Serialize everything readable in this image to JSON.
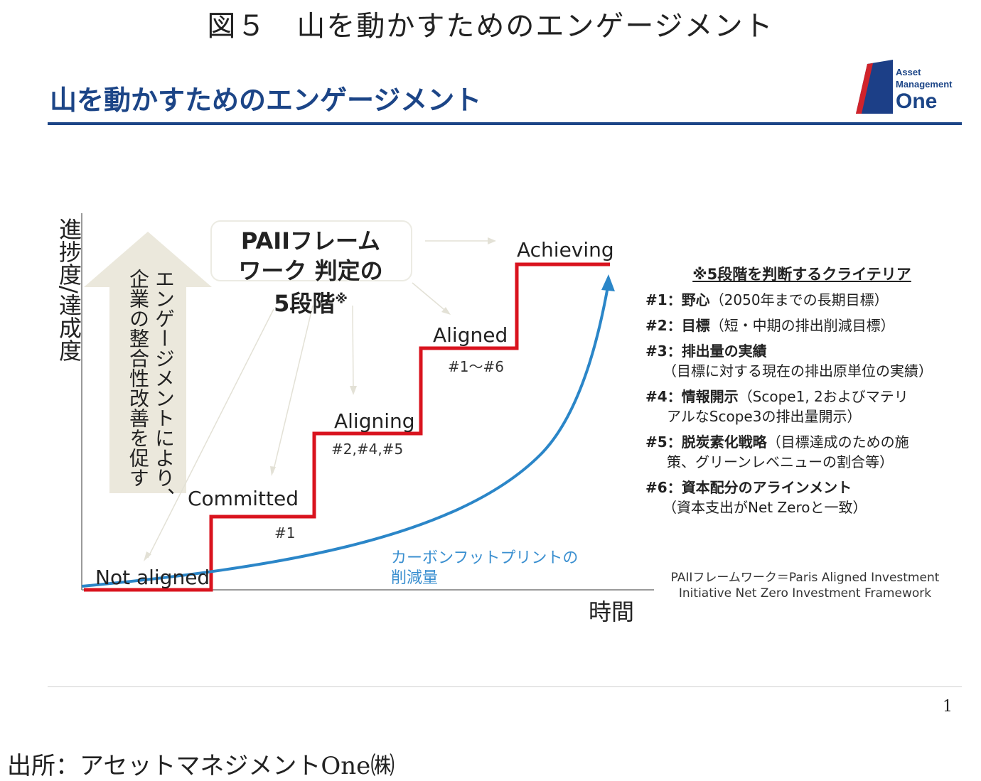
{
  "figure_title": "図５　山を動かすためのエンゲージメント",
  "slide_title": "山を動かすためのエンゲージメント",
  "logo": {
    "line1": "Asset",
    "line2": "Management",
    "line3": "One",
    "colors": {
      "navy": "#1c3f87",
      "red": "#d0232b"
    }
  },
  "axes": {
    "y_label": "進捗度/達成度",
    "x_label": "時間"
  },
  "big_arrow_text": "エンゲージメントにより、企業の整合性改善を促す",
  "paii_box": {
    "line1": "PAIIフレーム",
    "line2": "ワーク 判定の",
    "line3": "5段階",
    "mark": "※"
  },
  "steps": [
    {
      "label": "Not aligned",
      "criteria": ""
    },
    {
      "label": "Committed",
      "criteria": "#1"
    },
    {
      "label": "Aligning",
      "criteria": "#2,#4,#5"
    },
    {
      "label": "Aligned",
      "criteria": "#1～#6"
    },
    {
      "label": "Achieving",
      "criteria": ""
    }
  ],
  "curve_label": {
    "line1": "カーボンフットプリントの",
    "line2": "削減量"
  },
  "criteria": {
    "heading": "※5段階を判断するクライテリア",
    "items": [
      {
        "num": "#1：",
        "name": "野心",
        "desc": "（2050年までの長期目標）",
        "desc2": ""
      },
      {
        "num": "#2：",
        "name": "目標",
        "desc": "（短・中期の排出削減目標）",
        "desc2": ""
      },
      {
        "num": "#3：",
        "name": "排出量の実績",
        "desc": "",
        "desc2": "（目標に対する現在の排出原単位の実績）"
      },
      {
        "num": "#4：",
        "name": "情報開示",
        "desc": "（Scope1, 2およびマテリ",
        "desc2": "アルなScope3の排出量開示）"
      },
      {
        "num": "#5：",
        "name": "脱炭素化戦略",
        "desc": "（目標達成のための施",
        "desc2": "策、グリーンレベニューの割合等）"
      },
      {
        "num": "#6：",
        "name": "資本配分のアラインメント",
        "desc": "",
        "desc2": "（資本支出がNet Zeroと一致）"
      }
    ]
  },
  "framework_note": {
    "line1": "PAIIフレームワーク＝Paris Aligned Investment",
    "line2": "Initiative Net Zero Investment Framework"
  },
  "page_number": "1",
  "source": "出所：アセットマネジメントOne㈱",
  "colors": {
    "step_line": "#d9131e",
    "curve": "#2b86c8",
    "title_blue": "#1c4587",
    "arrow_fill": "#ebe8dc"
  }
}
